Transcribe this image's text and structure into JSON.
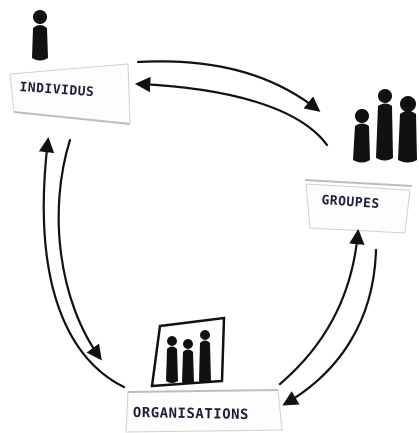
{
  "nodes": {
    "individus": {
      "label": "INDIVIDUS",
      "icon": "single-person-icon"
    },
    "groupes": {
      "label": "GROUPES",
      "icon": "group-of-three-people-icon"
    },
    "organisations": {
      "label": "ORGANISATIONS",
      "icon": "people-in-building-icon"
    }
  },
  "colors": {
    "ink": "#111111",
    "label_ink": "#1b1f3a",
    "card_shadow": "#cfcfcf",
    "background": "#ffffff"
  }
}
